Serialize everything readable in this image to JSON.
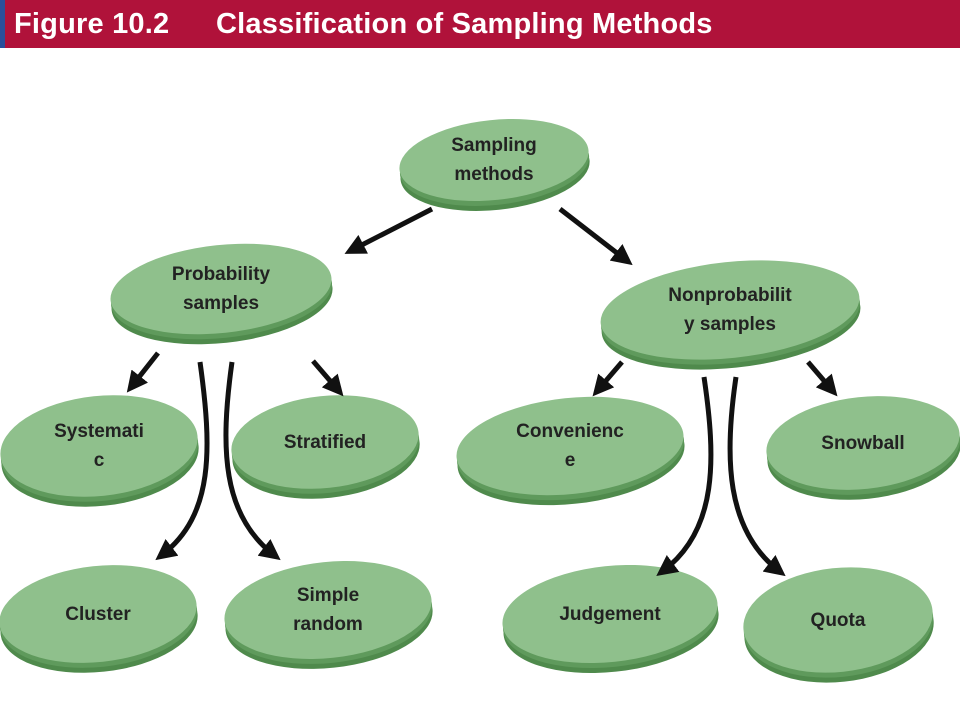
{
  "header": {
    "figure_number": "Figure 10.2",
    "title": "Classification of Sampling Methods",
    "bar_color": "#b0123a",
    "accent_color": "#2a4f9a"
  },
  "colors": {
    "node_fill": "#8fc08c",
    "node_edge": "#5f9a5c",
    "node_side": "#4f8a4c",
    "arrow": "#111111"
  },
  "diagram": {
    "nodes": {
      "root": "Sampling\nmethods",
      "probability": "Probability\nsamples",
      "nonprobability": "Nonprobabilit\ny samples",
      "systematic": "Systemati\nc",
      "stratified": "Stratified",
      "cluster": "Cluster",
      "simple_random": "Simple\nrandom",
      "convenience": "Convenienc\ne",
      "snowball": "Snowball",
      "judgement": "Judgement",
      "quota": "Quota"
    }
  }
}
